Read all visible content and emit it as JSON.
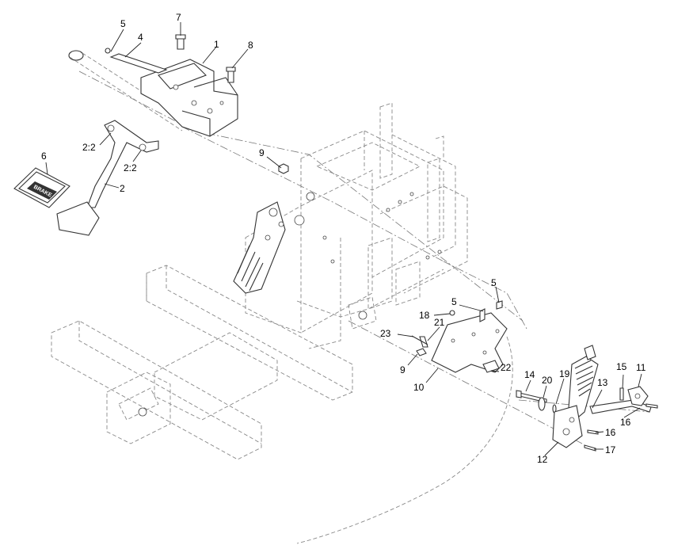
{
  "callouts": {
    "c1": "1",
    "c2": "2",
    "c2a": "2:2",
    "c2b": "2:2",
    "c4": "4",
    "c5a": "5",
    "c5b": "5",
    "c5c": "5",
    "c6": "6",
    "c7": "7",
    "c8": "8",
    "c9a": "9",
    "c9b": "9",
    "c10": "10",
    "c11": "11",
    "c12": "12",
    "c13": "13",
    "c14": "14",
    "c15": "15",
    "c16a": "16",
    "c16b": "16",
    "c17": "17",
    "c18": "18",
    "c19": "19",
    "c20": "20",
    "c21": "21",
    "c22": "22",
    "c23": "23"
  },
  "pedal_pad_text": "BRAKE",
  "colors": {
    "line": "#333333",
    "hidden": "#888888",
    "background": "#ffffff"
  }
}
